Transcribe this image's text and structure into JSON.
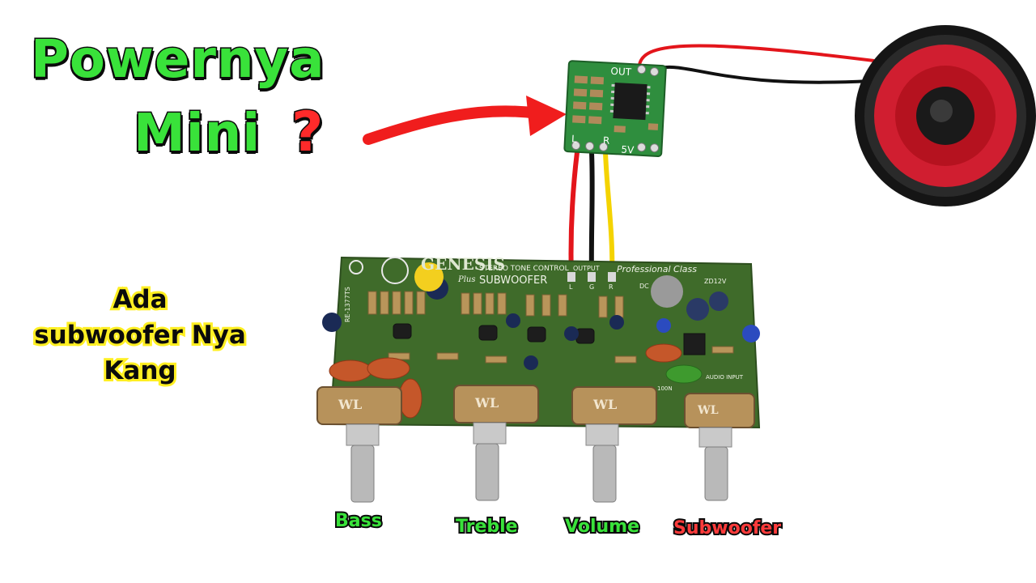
{
  "headline": {
    "line1": "Powernya",
    "line2": "Mini",
    "mark": "?"
  },
  "side_note": {
    "lines": [
      "Ada",
      "subwoofer Nya",
      "Kang"
    ]
  },
  "knob_labels": {
    "bass": "Bass",
    "treble": "Treble",
    "volume": "Volume",
    "subwoofer": "Subwoofer"
  },
  "amp_module": {
    "out_label": "OUT",
    "left_label": "L",
    "right_label": "R",
    "power_label": "5V"
  },
  "tone_board": {
    "brand": "GENESIS",
    "subtitle": "STEREO TONE CONTROL",
    "plus": "Plus",
    "product": "SUBWOOFER",
    "class_label": "Professional Class",
    "output_label": "OUTPUT",
    "output_pins": [
      "L",
      "G",
      "R"
    ],
    "dc_label": "DC",
    "zener_label": "ZD12V",
    "model_code": "RE-1377TS",
    "audio_input_label": "AUDIO INPUT",
    "cap_100n": "100N",
    "pot_brand": "WL"
  },
  "colors": {
    "green_text": "#39e23a",
    "red_text": "#ff3b3b",
    "yellow_outline": "#ffef22",
    "pcb_green": "#3f6b2a",
    "wire_red": "#e3151b",
    "wire_yellow": "#f4d300",
    "arrow": "#f01d1d"
  }
}
